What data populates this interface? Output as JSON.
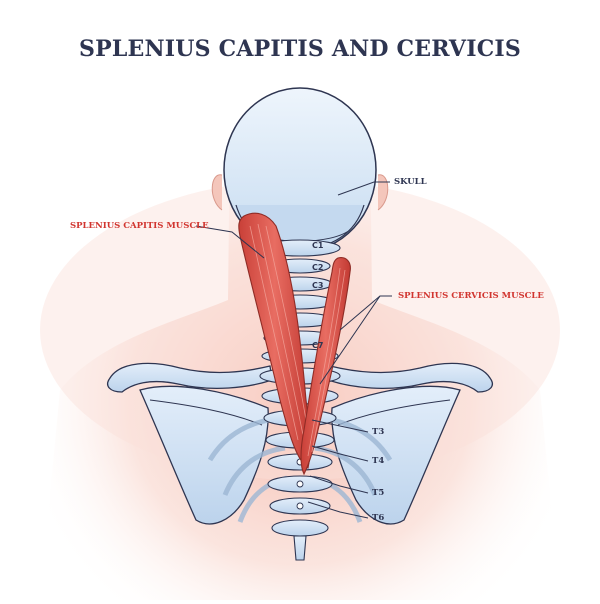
{
  "title": "SPLENIUS CAPITIS AND CERVICIS",
  "labels": {
    "skull": "SKULL",
    "splenius_capitis": "SPLENIUS CAPITIS MUSCLE",
    "splenius_cervicis": "SPLENIUS CERVICIS MUSCLE",
    "t3": "T3",
    "t4": "T4",
    "t5": "T5",
    "t6": "T6"
  },
  "vertebra_labels": {
    "c1": "C1",
    "c2": "C2",
    "c3": "C3",
    "c7": "C7"
  },
  "colors": {
    "title": "#2e3551",
    "label_dark": "#2e3551",
    "label_red": "#d1352f",
    "muscle": "#d9574e",
    "bone": "#d6e6f6",
    "bone_outline": "#2e3551",
    "skin_glow": "#f6c9bf"
  }
}
